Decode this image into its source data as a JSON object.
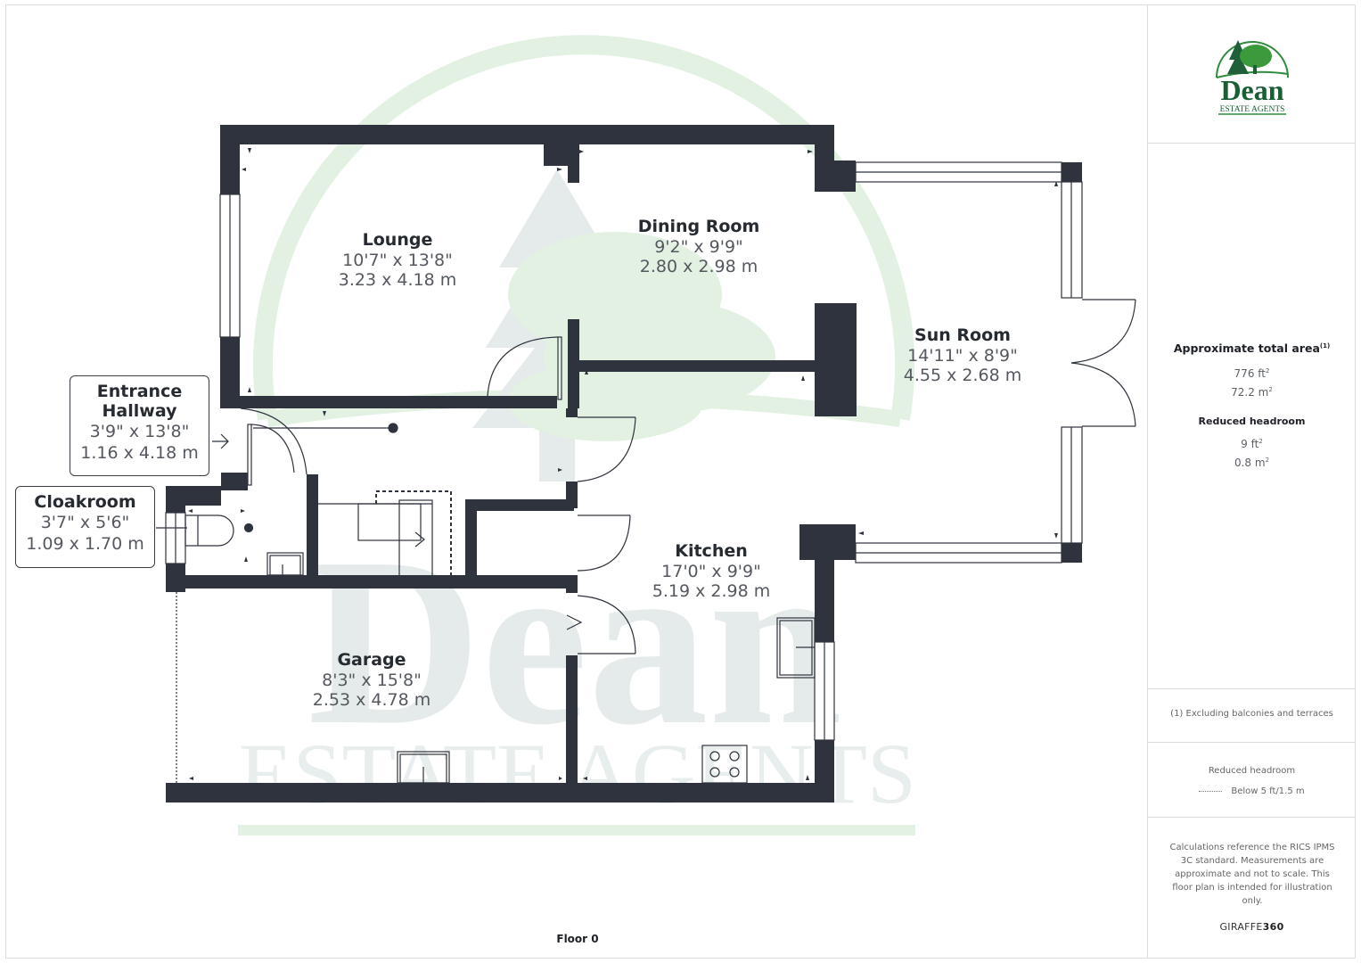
{
  "floor_label": "Floor 0",
  "colors": {
    "wall": "#2e333d",
    "watermark_green": "#e3f1e3",
    "watermark_grey": "#e4ebea",
    "logo_green": "#1f6b3a"
  },
  "rooms": {
    "lounge": {
      "name": "Lounge",
      "imperial": "10'7\" x 13'8\"",
      "metric": "3.23 x 4.18 m"
    },
    "dining": {
      "name": "Dining Room",
      "imperial": "9'2\" x 9'9\"",
      "metric": "2.80 x 2.98 m"
    },
    "sunroom": {
      "name": "Sun Room",
      "imperial": "14'11\" x 8'9\"",
      "metric": "4.55 x 2.68 m"
    },
    "hallway": {
      "name_line1": "Entrance",
      "name_line2": "Hallway",
      "imperial": "3'9\" x 13'8\"",
      "metric": "1.16 x 4.18 m"
    },
    "cloakroom": {
      "name": "Cloakroom",
      "imperial": "3'7\" x 5'6\"",
      "metric": "1.09 x 1.70 m"
    },
    "kitchen": {
      "name": "Kitchen",
      "imperial": "17'0\" x 9'9\"",
      "metric": "5.19 x 2.98 m"
    },
    "garage": {
      "name": "Garage",
      "imperial": "8'3\" x 15'8\"",
      "metric": "2.53 x 4.78 m"
    }
  },
  "watermark": {
    "word": "Dean",
    "subtitle": "ESTATE AGENTS"
  },
  "sidebar": {
    "logo": {
      "name": "Dean",
      "subtitle": "ESTATE AGENTS"
    },
    "area": {
      "title": "Approximate total area",
      "footnote_marker": "(1)",
      "ft": "776 ft",
      "m": "72.2 m",
      "squared": "2"
    },
    "reduced": {
      "title": "Reduced headroom",
      "ft": "9 ft",
      "m": "0.8 m",
      "squared": "2"
    },
    "footnote": "(1) Excluding balconies and terraces",
    "legend": {
      "title": "Reduced headroom",
      "item": "Below 5 ft/1.5 m"
    },
    "calc_note": "Calculations reference the RICS IPMS 3C standard. Measurements are approximate and not to scale. This floor plan is intended for illustration only.",
    "brand_prefix": "GIRAFFE",
    "brand_suffix": "360"
  }
}
